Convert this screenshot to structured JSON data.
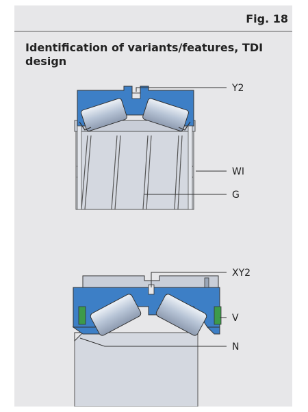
{
  "figure": {
    "label": "Fig. 18",
    "title": "Identification of variants/features, TDI design"
  },
  "callouts": {
    "top": [
      "Y2",
      "WI",
      "G"
    ],
    "bottom": [
      "XY2",
      "V",
      "N"
    ]
  },
  "colors": {
    "blue": "#3d7fc6",
    "cage": "#9aa6b8",
    "roller": "#bcc8d8",
    "green": "#3d9a4a",
    "panel": "#e7e7e9",
    "sleeve": "#d6dae2"
  }
}
